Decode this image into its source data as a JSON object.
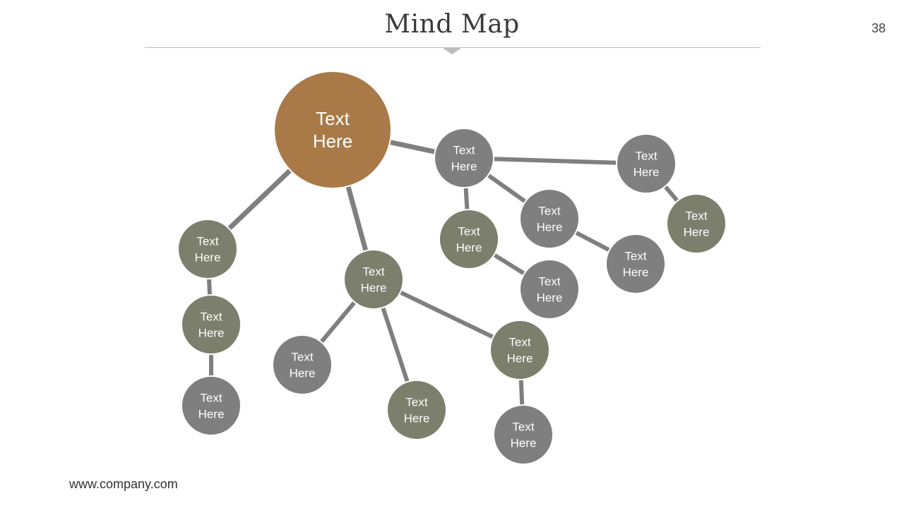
{
  "slide": {
    "title": "Mind Map",
    "page_number": "38",
    "footer": "www.company.com"
  },
  "colors": {
    "central": "#A97A48",
    "gray": "#7F7F7F",
    "olive": "#7C7F6C",
    "connector": "#7F7F7F"
  },
  "nodes": [
    {
      "id": "root",
      "lines": [
        "Text",
        "Here"
      ],
      "color": "central"
    },
    {
      "id": "n1",
      "lines": [
        "Text",
        "Here"
      ],
      "color": "gray"
    },
    {
      "id": "n2",
      "lines": [
        "Text",
        "Here"
      ],
      "color": "gray"
    },
    {
      "id": "n3",
      "lines": [
        "Text",
        "Here"
      ],
      "color": "olive"
    },
    {
      "id": "n4",
      "lines": [
        "Text",
        "Here"
      ],
      "color": "gray"
    },
    {
      "id": "n5",
      "lines": [
        "Text",
        "Here"
      ],
      "color": "olive"
    },
    {
      "id": "n6",
      "lines": [
        "Text",
        "Here"
      ],
      "color": "gray"
    },
    {
      "id": "n7",
      "lines": [
        "Text",
        "Here"
      ],
      "color": "gray"
    },
    {
      "id": "n8",
      "lines": [
        "Text",
        "Here"
      ],
      "color": "olive"
    },
    {
      "id": "n9",
      "lines": [
        "Text",
        "Here"
      ],
      "color": "olive"
    },
    {
      "id": "n10",
      "lines": [
        "Text",
        "Here"
      ],
      "color": "gray"
    },
    {
      "id": "n11",
      "lines": [
        "Text",
        "Here"
      ],
      "color": "olive"
    },
    {
      "id": "n12",
      "lines": [
        "Text",
        "Here"
      ],
      "color": "gray"
    },
    {
      "id": "n13",
      "lines": [
        "Text",
        "Here"
      ],
      "color": "olive"
    },
    {
      "id": "n14",
      "lines": [
        "Text",
        "Here"
      ],
      "color": "olive"
    },
    {
      "id": "n15",
      "lines": [
        "Text",
        "Here"
      ],
      "color": "gray"
    },
    {
      "id": "n16",
      "lines": [
        "Text",
        "Here"
      ],
      "color": "gray"
    },
    {
      "id": "n17",
      "lines": [
        "Text",
        "Here"
      ],
      "color": "olive"
    }
  ],
  "edges": [
    [
      "root",
      "n1"
    ],
    [
      "n1",
      "n2"
    ],
    [
      "n1",
      "n3"
    ],
    [
      "n1",
      "n4"
    ],
    [
      "n2",
      "n5"
    ],
    [
      "n3",
      "n6"
    ],
    [
      "n4",
      "n7"
    ],
    [
      "root",
      "n8"
    ],
    [
      "n8",
      "n9"
    ],
    [
      "n9",
      "n10"
    ],
    [
      "root",
      "n11"
    ],
    [
      "n11",
      "n12"
    ],
    [
      "n11",
      "n13"
    ],
    [
      "n11",
      "n14"
    ],
    [
      "n14",
      "n15"
    ],
    [
      "n9",
      "n16"
    ],
    [
      "n16",
      "n17"
    ]
  ]
}
